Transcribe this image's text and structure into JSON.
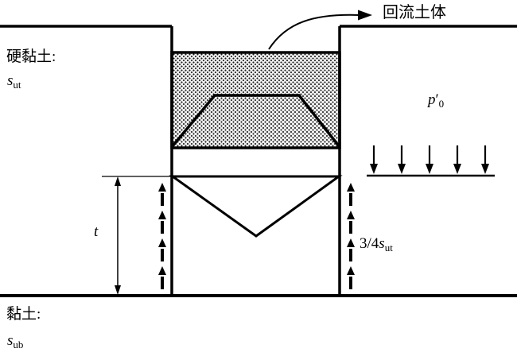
{
  "diagram": {
    "background_color": "#ffffff",
    "line_color": "#000000",
    "labels": {
      "backfill_soil": "回流土体",
      "hard_clay_title": "硬黏土:",
      "hard_clay_symbol": {
        "base": "s",
        "sub": "ut"
      },
      "soft_clay_title": "黏土:",
      "soft_clay_symbol": {
        "base": "s",
        "sub": "ub"
      },
      "trench_depth": "t",
      "adhesion": {
        "prefix": "3/4",
        "base": "s",
        "sub": "ut"
      },
      "surcharge": {
        "base": "p",
        "prime": "′",
        "sub": "0"
      }
    }
  }
}
